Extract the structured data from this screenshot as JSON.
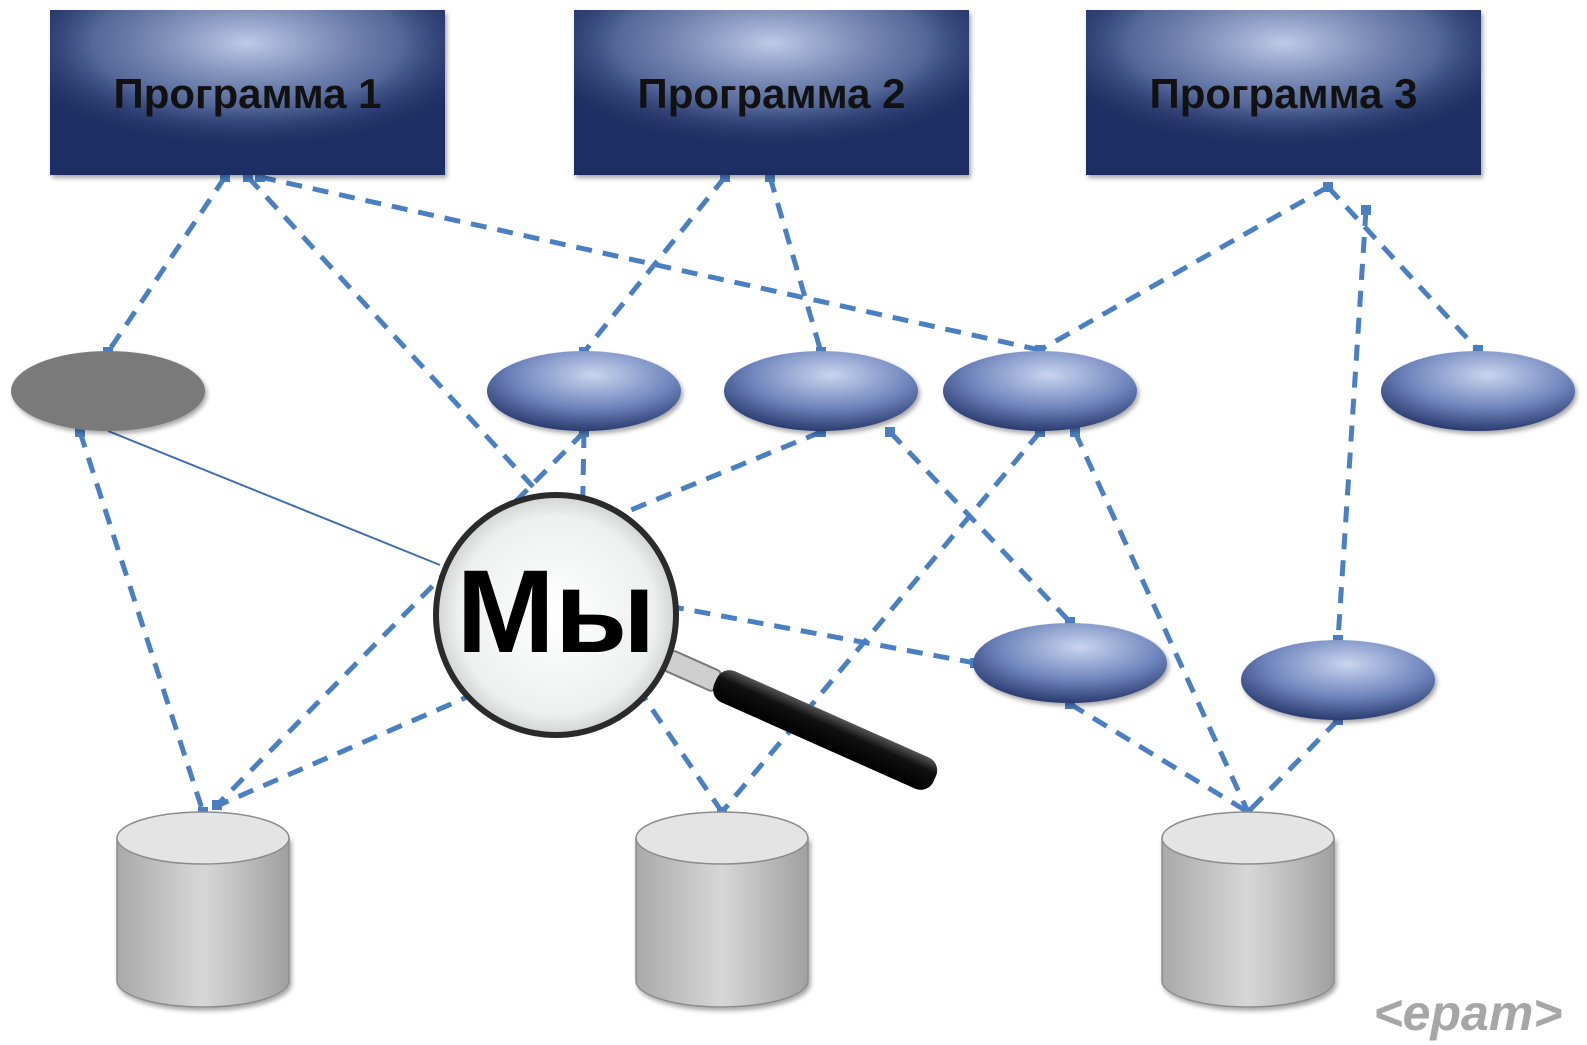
{
  "programs": [
    {
      "id": "p1",
      "label": "Программа 1"
    },
    {
      "id": "p2",
      "label": "Программа 2"
    },
    {
      "id": "p3",
      "label": "Программа 3"
    }
  ],
  "services": [
    {
      "id": "s-gray",
      "style": "gray"
    },
    {
      "id": "s1",
      "style": "blue"
    },
    {
      "id": "s2",
      "style": "blue"
    },
    {
      "id": "s3",
      "style": "blue"
    },
    {
      "id": "s4",
      "style": "blue"
    },
    {
      "id": "s5",
      "style": "blue"
    },
    {
      "id": "s6",
      "style": "blue"
    }
  ],
  "databases": [
    {
      "id": "db1"
    },
    {
      "id": "db2"
    },
    {
      "id": "db3"
    }
  ],
  "magnifier": {
    "text": "Мы",
    "icon": "magnifying-glass-icon"
  },
  "logo": {
    "text": "<epam>"
  },
  "colors": {
    "program_box_dark": "#1f2f63",
    "program_box_light": "#b9c7e6",
    "service_blue_dark": "#1f2f63",
    "service_blue_light": "#c9d5ef",
    "service_gray": "#7a7a7a",
    "connector": "#4a7fc1",
    "database": "#c8c8c8",
    "logo": "#a6a6a6"
  },
  "connections": [
    {
      "from": "p1",
      "to": "s-gray"
    },
    {
      "from": "p1",
      "to": "hub"
    },
    {
      "from": "p1",
      "to": "s3"
    },
    {
      "from": "p2",
      "to": "s1"
    },
    {
      "from": "p2",
      "to": "s2"
    },
    {
      "from": "p3",
      "to": "s3"
    },
    {
      "from": "p3",
      "to": "s4"
    },
    {
      "from": "p3",
      "to": "s6"
    },
    {
      "from": "s-gray",
      "to": "db1"
    },
    {
      "from": "s1",
      "to": "hub"
    },
    {
      "from": "s2",
      "to": "hub"
    },
    {
      "from": "s1",
      "to": "db1"
    },
    {
      "from": "s2",
      "to": "s5"
    },
    {
      "from": "s3",
      "to": "db2"
    },
    {
      "from": "s3",
      "to": "db3"
    },
    {
      "from": "hub",
      "to": "db1"
    },
    {
      "from": "hub",
      "to": "db2"
    },
    {
      "from": "hub",
      "to": "s5"
    },
    {
      "from": "s5",
      "to": "db3"
    },
    {
      "from": "s6",
      "to": "db3"
    }
  ],
  "solid_connections": [
    {
      "from": "s-gray",
      "to": "hub"
    }
  ]
}
